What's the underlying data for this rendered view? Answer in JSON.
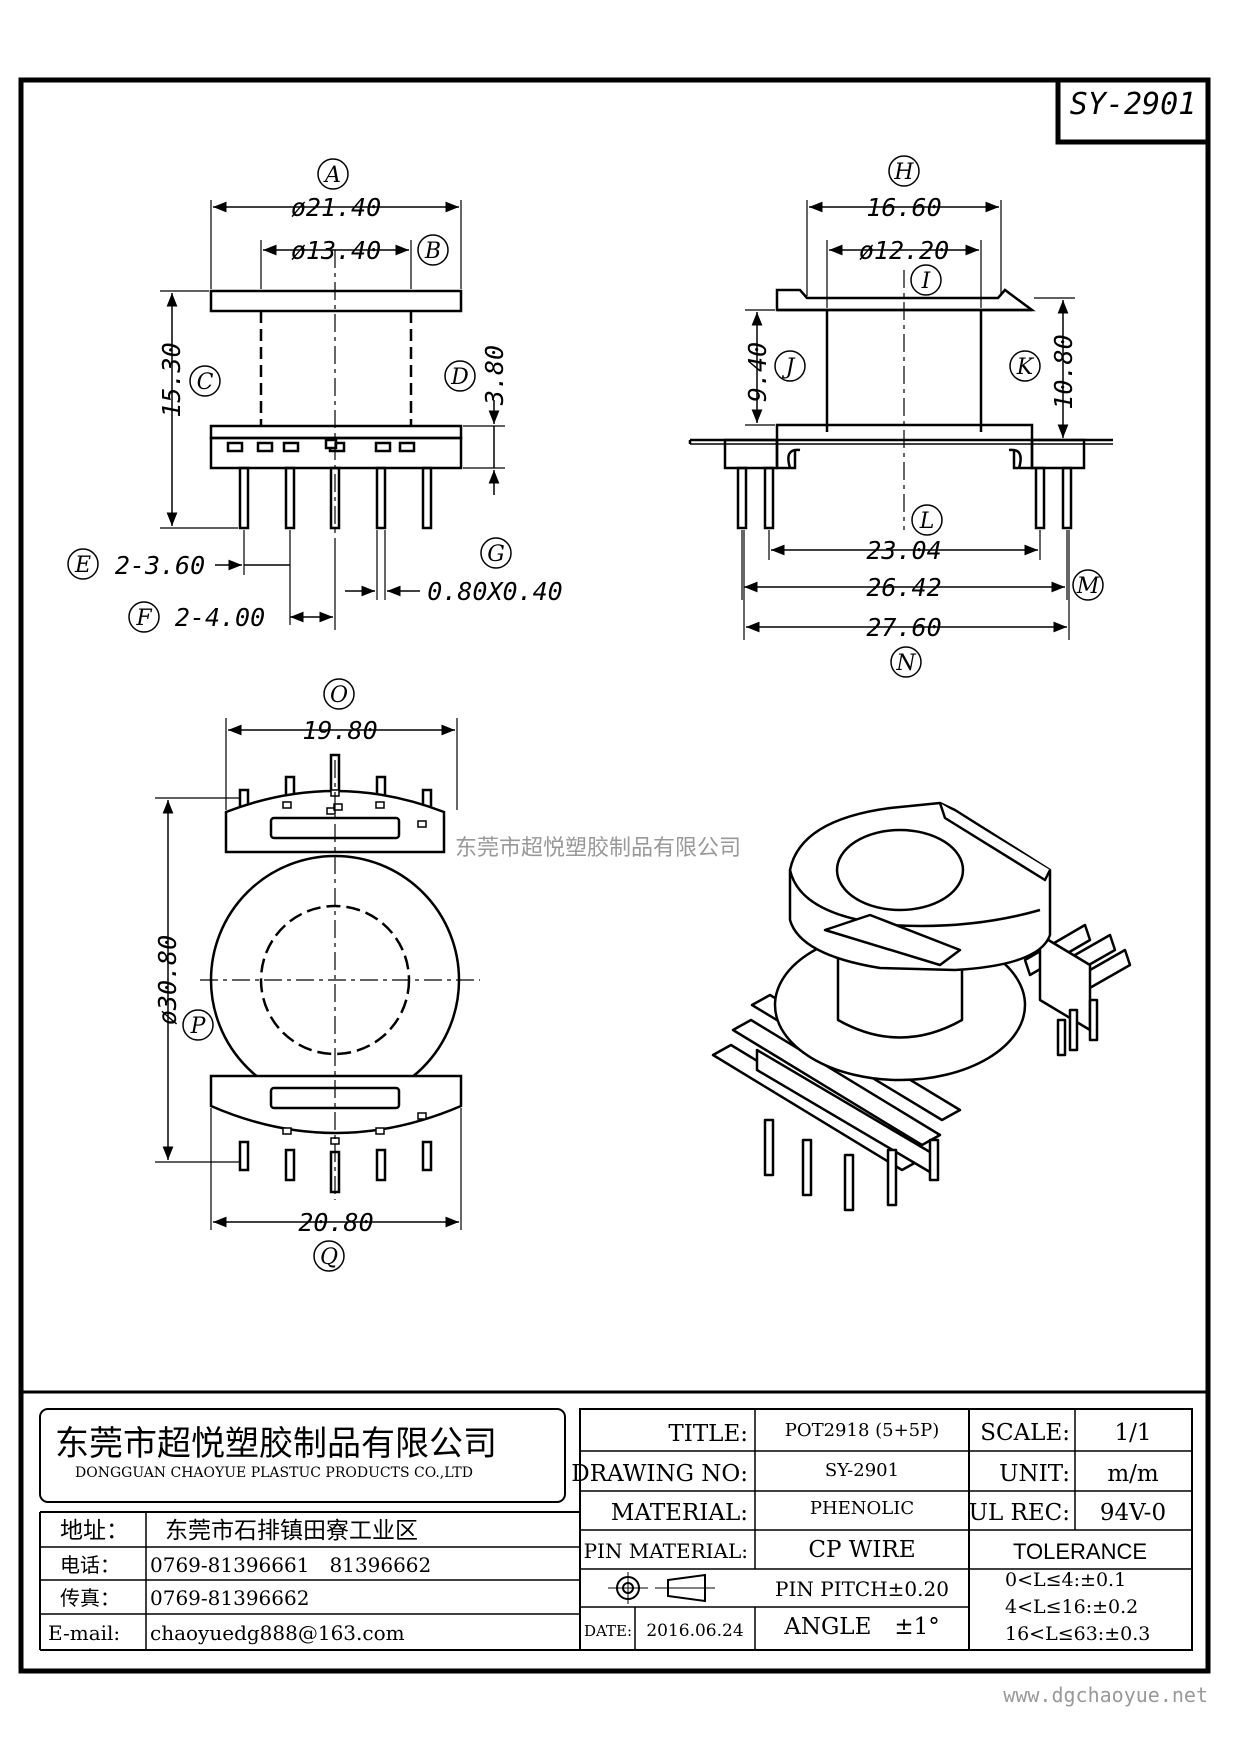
{
  "drawing_code": "SY-2901",
  "views": {
    "front": {
      "labels": {
        "A": "A",
        "B": "B",
        "C": "C",
        "D": "D",
        "E": "E",
        "F": "F",
        "G": "G"
      },
      "dims": {
        "a": "ø21.40",
        "b": "ø13.40",
        "c": "15.30",
        "d": "3.80",
        "e": "2-3.60",
        "f": "2-4.00",
        "g": "0.80X0.40"
      }
    },
    "side": {
      "labels": {
        "H": "H",
        "I": "I",
        "J": "J",
        "K": "K",
        "L": "L",
        "M": "M",
        "N": "N"
      },
      "dims": {
        "h": "16.60",
        "i": "ø12.20",
        "j": "9.40",
        "k": "10.80",
        "l": "23.04",
        "m": "26.42",
        "n": "27.60"
      }
    },
    "top": {
      "labels": {
        "O": "O",
        "P": "P",
        "Q": "Q"
      },
      "dims": {
        "o": "19.80",
        "p": "ø30.80",
        "q": "20.80"
      }
    }
  },
  "watermark": "东莞市超悦塑胶制品有限公司",
  "website": "www.dgchaoyue.net",
  "title_block": {
    "company_cn": "东莞市超悦塑胶制品有限公司",
    "company_en": "DONGGUAN CHAOYUE PLASTUC PRODUCTS CO.,LTD",
    "address_label": "地址：",
    "address": "东莞市石排镇田寮工业区",
    "phone_label": "电话：",
    "phone": "0769-81396661　81396662",
    "fax_label": "传真：",
    "fax": "0769-81396662",
    "email_label": "E-mail:",
    "email": "chaoyuedg888@163.com",
    "title_label": "TITLE:",
    "title": "POT2918 (5+5P)",
    "drawing_no_label": "DRAWING NO:",
    "drawing_no": "SY-2901",
    "material_label": "MATERIAL:",
    "material": "PHENOLIC",
    "pin_material_label": "PIN MATERIAL:",
    "pin_material": "CP WIRE",
    "pin_pitch": "PIN PITCH±0.20",
    "date_label": "DATE:",
    "date": "2016.06.24",
    "angle": "ANGLE　±1°",
    "scale_label": "SCALE:",
    "scale": "1/1",
    "unit_label": "UNIT:",
    "unit": "m/m",
    "ul_label": "UL REC:",
    "ul": "94V-0",
    "tolerance_label": "TOLERANCE",
    "tolerances": [
      "0<L≤4:±0.1",
      "4<L≤16:±0.2",
      "16<L≤63:±0.3"
    ]
  }
}
